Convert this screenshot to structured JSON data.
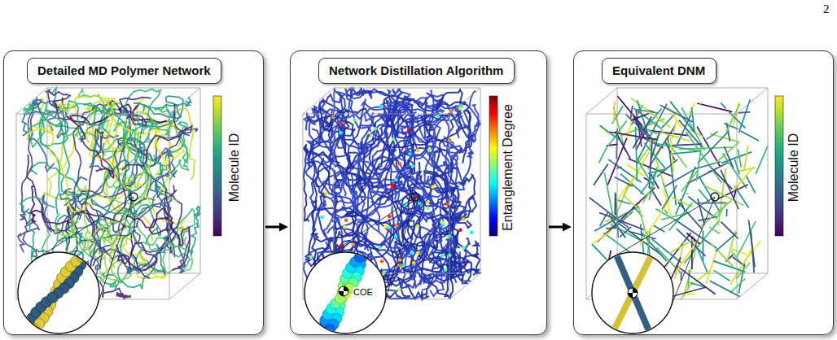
{
  "diagram": {
    "nodes": [
      {
        "text": [
          "Molecule ID"
        ]
      },
      {
        "text": [
          "Detailed MD Polymer Network"
        ],
        "in": 0
      },
      {
        "text": [
          "Entanglement Degree"
        ]
      },
      {
        "text": [
          "Network Distillation Algorithm"
        ],
        "in": 2
      },
      {
        "text": [
          "Molecule ID"
        ]
      },
      {
        "text": [
          "Equivalent DNM"
        ],
        "in": 4
      }
    ],
    "edges": [
      {
        "from": 0,
        "to": 2,
        "arrow": "to"
      },
      {
        "from": 2,
        "to": 4,
        "arrow": "to"
      }
    ],
    "labels": [
      "2",
      "COE"
    ]
  }
}
